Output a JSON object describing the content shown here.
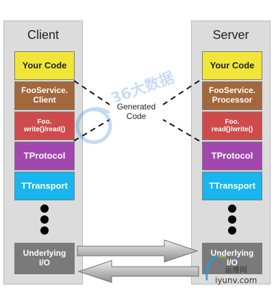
{
  "client": {
    "title": "Client",
    "layers": [
      {
        "name": "your-code",
        "label": "Your Code",
        "color": "#f1e638",
        "text": "#222222"
      },
      {
        "name": "fooservice-client",
        "label": "FooService.\nClient",
        "color": "#a2673b",
        "text": "#ffffff"
      },
      {
        "name": "foo-write-read",
        "label": "Foo.\nwrite()/read()",
        "color": "#cf4a4a",
        "text": "#ffffff"
      },
      {
        "name": "tprotocol",
        "label": "TProtocol",
        "color": "#a247b0",
        "text": "#ffffff"
      },
      {
        "name": "ttransport",
        "label": "TTransport",
        "color": "#17b6ef",
        "text": "#ffffff"
      }
    ],
    "underlying": {
      "label": "Underlying\nI/O",
      "color": "#7a7a7a"
    }
  },
  "server": {
    "title": "Server",
    "layers": [
      {
        "name": "your-code",
        "label": "Your Code",
        "color": "#f1e638",
        "text": "#222222"
      },
      {
        "name": "fooservice-processor",
        "label": "FooService.\nProcessor",
        "color": "#a2673b",
        "text": "#ffffff"
      },
      {
        "name": "foo-read-write",
        "label": "Foo.\nread()/write()",
        "color": "#cf4a4a",
        "text": "#ffffff"
      },
      {
        "name": "tprotocol",
        "label": "TProtocol",
        "color": "#a247b0",
        "text": "#ffffff"
      },
      {
        "name": "ttransport",
        "label": "TTransport",
        "color": "#17b6ef",
        "text": "#ffffff"
      }
    ],
    "underlying": {
      "label": "Underlying\nI/O",
      "color": "#7a7a7a"
    }
  },
  "generated_code_label": "Generated\nCode",
  "watermark": {
    "center_text": "36大数据",
    "corner_text": "运维网",
    "corner_url": "iyunv.com"
  }
}
